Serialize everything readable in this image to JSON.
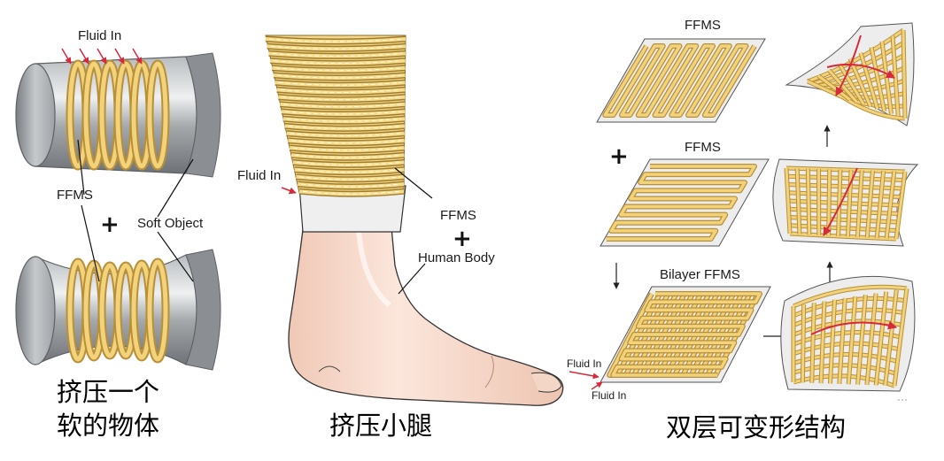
{
  "panel_left": {
    "fluid_in": "Fluid In",
    "ffms": "FFMS",
    "plus": "+",
    "soft_object": "Soft Object",
    "caption_line1": "挤压一个",
    "caption_line2": "软的物体"
  },
  "panel_middle": {
    "fluid_in": "Fluid In",
    "ffms": "FFMS",
    "plus": "+",
    "human_body": "Human Body",
    "caption": "挤压小腿"
  },
  "panel_right": {
    "ffms_top": "FFMS",
    "plus": "+",
    "ffms_second": "FFMS",
    "bilayer": "Bilayer FFMS",
    "fluid_in_1": "Fluid In",
    "fluid_in_2": "Fluid In",
    "caption": "双层可变形结构"
  },
  "colors": {
    "coil_gold": "#e9c96a",
    "coil_edge": "#b8903a",
    "cylinder_gray": "#8a8e92",
    "arrow_red": "#d8283c",
    "skin": "#f8dccd",
    "sheet": "#eeeeee"
  }
}
